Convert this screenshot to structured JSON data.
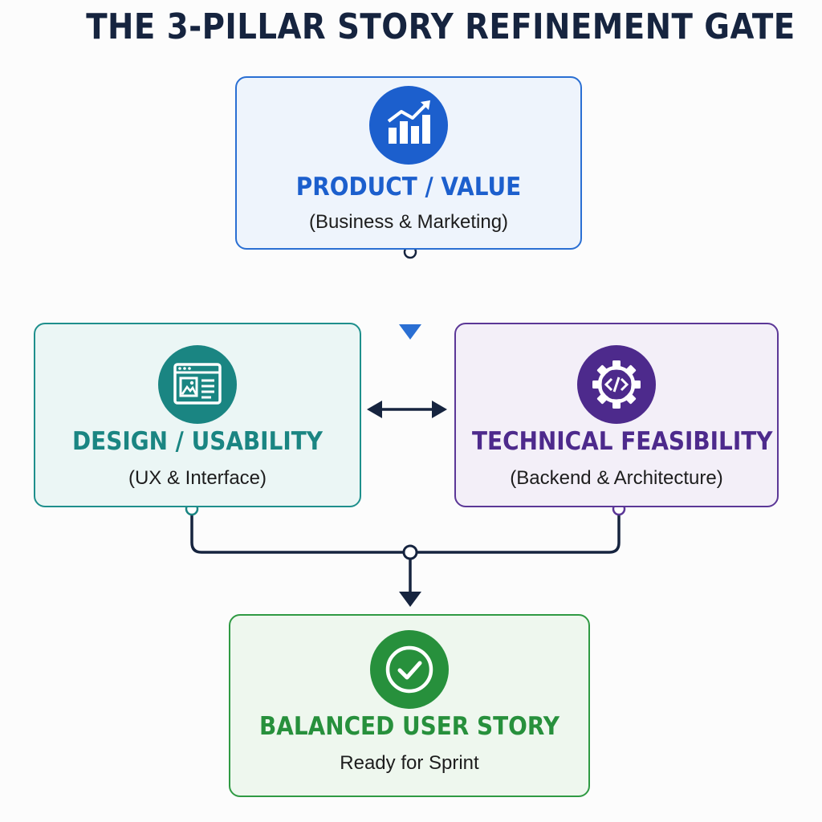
{
  "title": "THE 3-PILLAR STORY REFINEMENT GATE",
  "pillars": {
    "product": {
      "heading": "PRODUCT / VALUE",
      "subtitle": "(Business & Marketing)",
      "icon": "growth-chart-icon",
      "color": "#1c5fcd"
    },
    "design": {
      "heading": "DESIGN / USABILITY",
      "subtitle": "(UX & Interface)",
      "icon": "interface-window-icon",
      "color": "#1a8582"
    },
    "technical": {
      "heading": "TECHNICAL FEASIBILITY",
      "subtitle": "(Backend & Architecture)",
      "icon": "gear-code-icon",
      "color": "#4d2a8c"
    }
  },
  "result": {
    "heading": "BALANCED USER STORY",
    "subtitle": "Ready for Sprint",
    "icon": "checkmark-icon",
    "color": "#27903c"
  },
  "connector_color": "#16243f"
}
